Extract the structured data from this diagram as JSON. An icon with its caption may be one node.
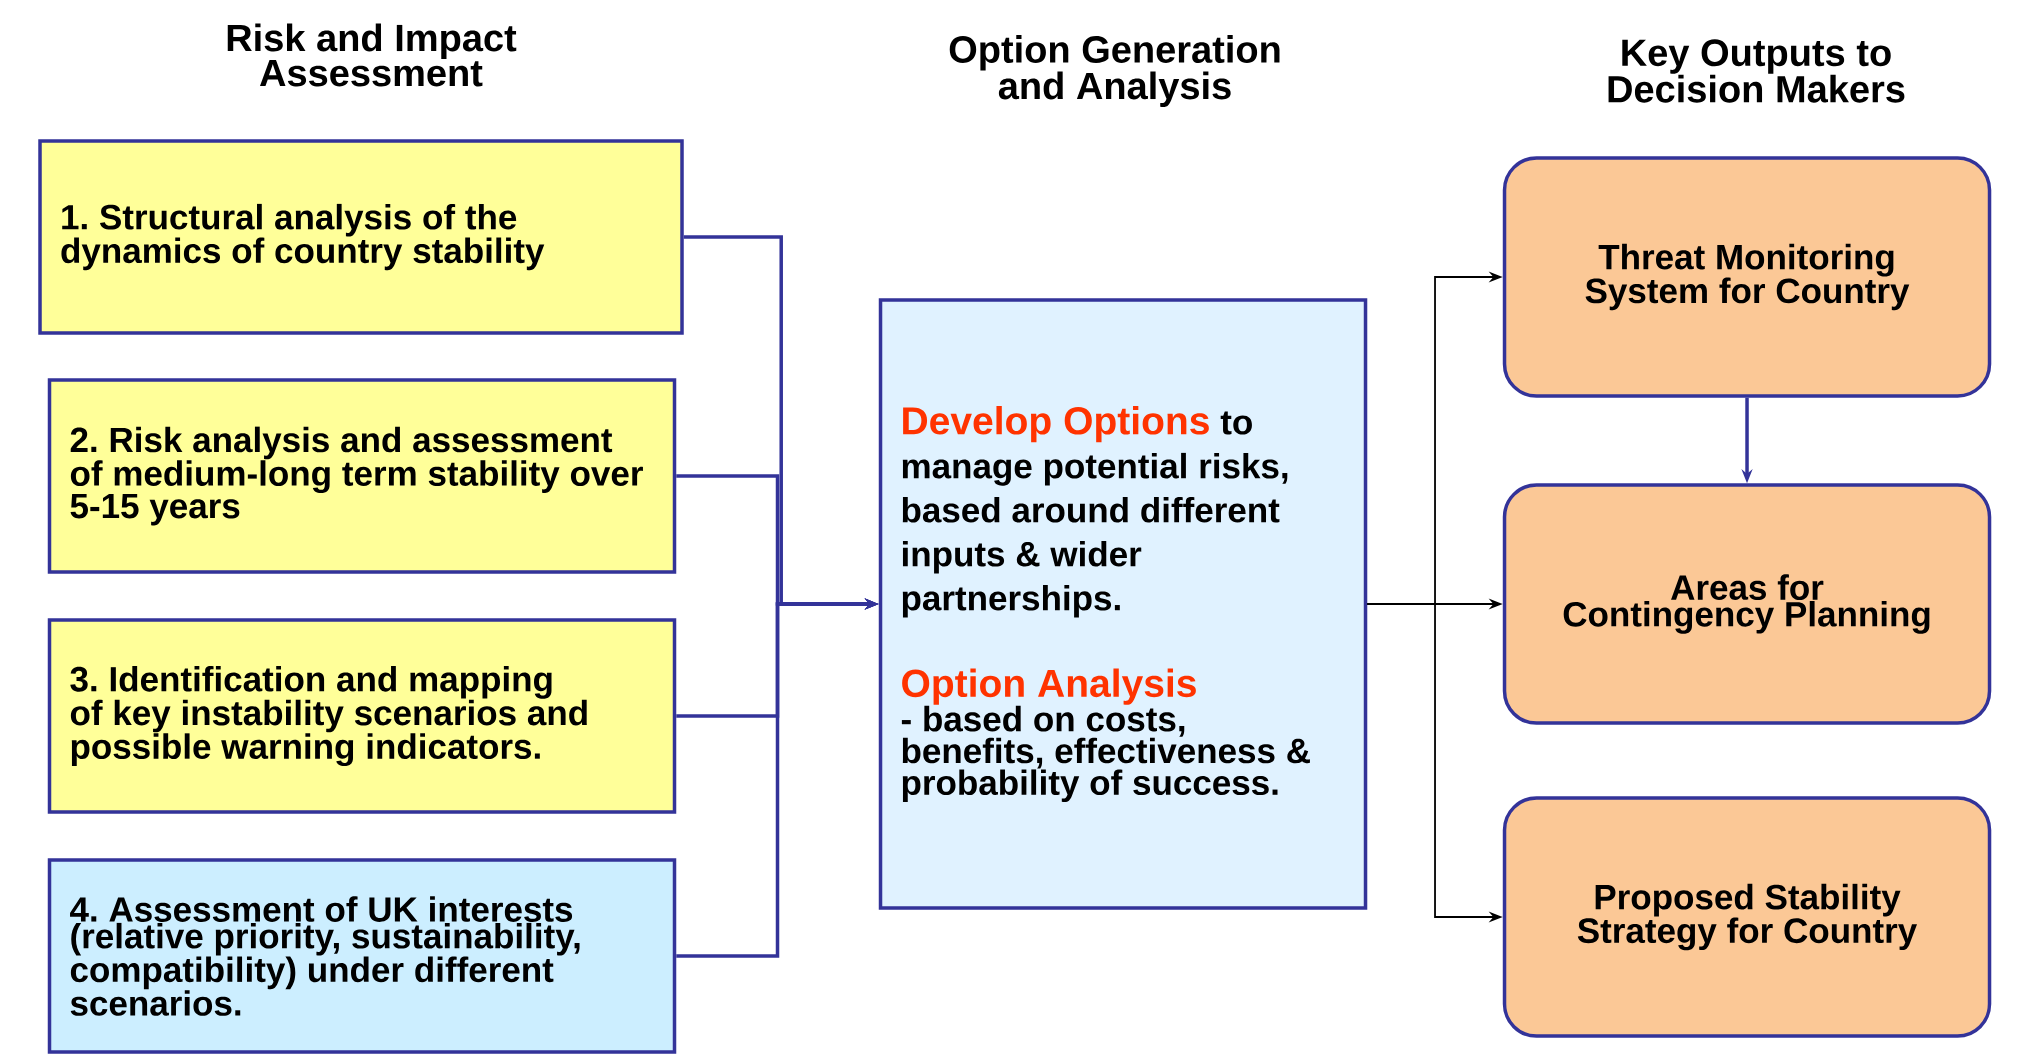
{
  "diagram": {
    "nodes": [
      {
        "text": [
          "1. Structural analysis of the dynamics of country stability"
        ]
      },
      {
        "text": [
          "2. Risk analysis and assessment of medium-long term stability over 5-15 years"
        ]
      },
      {
        "text": [
          "3. Identification and mapping of key instability scenarios and possible warning indicators."
        ]
      },
      {
        "text": [
          "4. Assessment of UK interests (relative priority, sustainability, compatibility) under different scenarios."
        ]
      },
      {
        "text": [
          "Develop Options",
          "to manage potential risks, based around different inputs & wider partnerships.",
          "Option Analysis",
          "- based on costs, benefits, effectiveness & probability of success."
        ]
      },
      {
        "text": [
          "Threat Monitoring System for Country"
        ]
      },
      {
        "text": [
          "Areas for Contingency Planning"
        ]
      },
      {
        "text": [
          "Proposed Stability Strategy for Country"
        ]
      }
    ],
    "edges": [
      {
        "from": 0,
        "to": 4,
        "arrow": "to"
      },
      {
        "from": 1,
        "to": 4,
        "arrow": "to"
      },
      {
        "from": 2,
        "to": 4,
        "arrow": "to"
      },
      {
        "from": 3,
        "to": 4,
        "arrow": "to"
      },
      {
        "from": 4,
        "to": 5,
        "arrow": "to",
        "color": "#000000"
      },
      {
        "from": 4,
        "to": 6,
        "arrow": "to",
        "color": "#000000"
      },
      {
        "from": 4,
        "to": 7,
        "arrow": "to",
        "color": "#000000"
      },
      {
        "from": 5,
        "to": 6,
        "arrow": "to"
      }
    ],
    "labels": [
      "Risk and Impact Assessment",
      "Option Generation and Analysis",
      "Key Outputs to Decision Makers"
    ]
  }
}
